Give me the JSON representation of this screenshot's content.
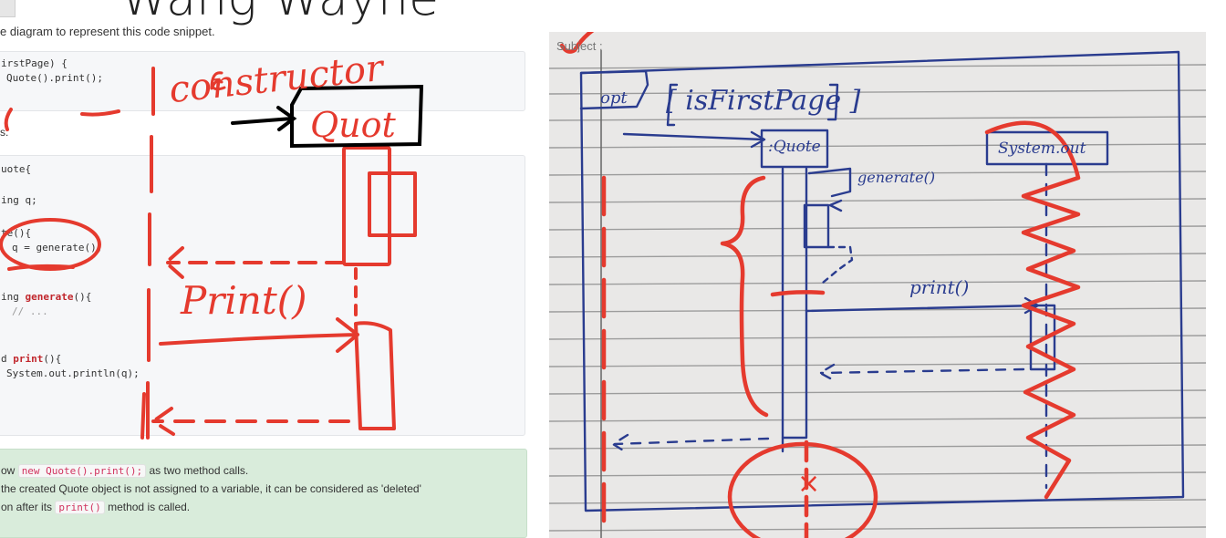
{
  "header": {
    "title": "Wang Wayne"
  },
  "question": {
    "prompt": "e diagram to represent this code snippet.",
    "code1": [
      "irstPage) {",
      "Quote().print();",
      "}"
    ],
    "code2_intro": "s:",
    "code2": {
      "l1": "uote{",
      "l2": "ing q;",
      "l3": "te(){",
      "l4": "q = generate();",
      "l5a": "ing ",
      "l5b": "generate",
      "l5c": "(){",
      "l6": "// ...",
      "l7a": "d ",
      "l7b": "print",
      "l7c": "(){",
      "l8": "System.out.println(q);"
    }
  },
  "answer": {
    "line1_pre": "ow",
    "line1_chip": "new Quote().print();",
    "line1_post": "as two method calls.",
    "line2": "the created Quote object is not assigned to a variable, it can be considered as 'deleted'",
    "line3_pre": "on after its",
    "line3_chip": "print()",
    "line3_post": "method is called."
  },
  "annotations": {
    "constructor": "constructor",
    "quote": "Quot",
    "print": "Print()"
  },
  "photo": {
    "subject": "Subject :",
    "opt": "opt",
    "guard": "[ isFirstPage ]",
    "quote_box": ":Quote",
    "system_box": "System.out",
    "generate": "generate()",
    "print": "print()",
    "destroy": "×"
  },
  "colors": {
    "ink_red": "#e53a2e",
    "ink_blue": "#2a3c8f",
    "answer_bg": "#d9ecdb"
  }
}
